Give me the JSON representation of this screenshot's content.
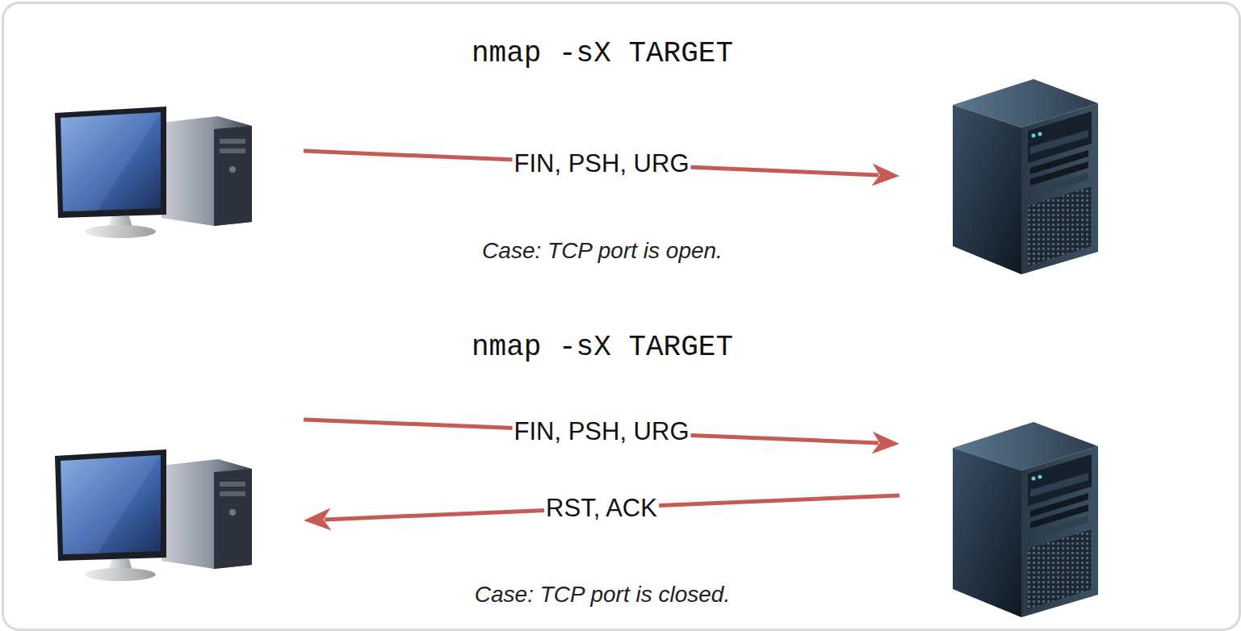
{
  "diagram": {
    "nodes": [
      {
        "text": []
      },
      {
        "text": []
      },
      {
        "text": []
      },
      {
        "text": []
      }
    ],
    "edges": [
      {
        "from": 0,
        "to": 1,
        "arrow": "to",
        "label": "FIN, PSH, URG"
      },
      {
        "from": 2,
        "to": 3,
        "arrow": "to",
        "label": "FIN, PSH, URG"
      },
      {
        "from": 3,
        "to": 2,
        "arrow": "to",
        "label": "RST, ACK"
      }
    ],
    "labels": [
      "nmap -sX TARGET",
      "Case: TCP port is open.",
      "nmap -sX TARGET",
      "Case: TCP port is closed."
    ]
  }
}
